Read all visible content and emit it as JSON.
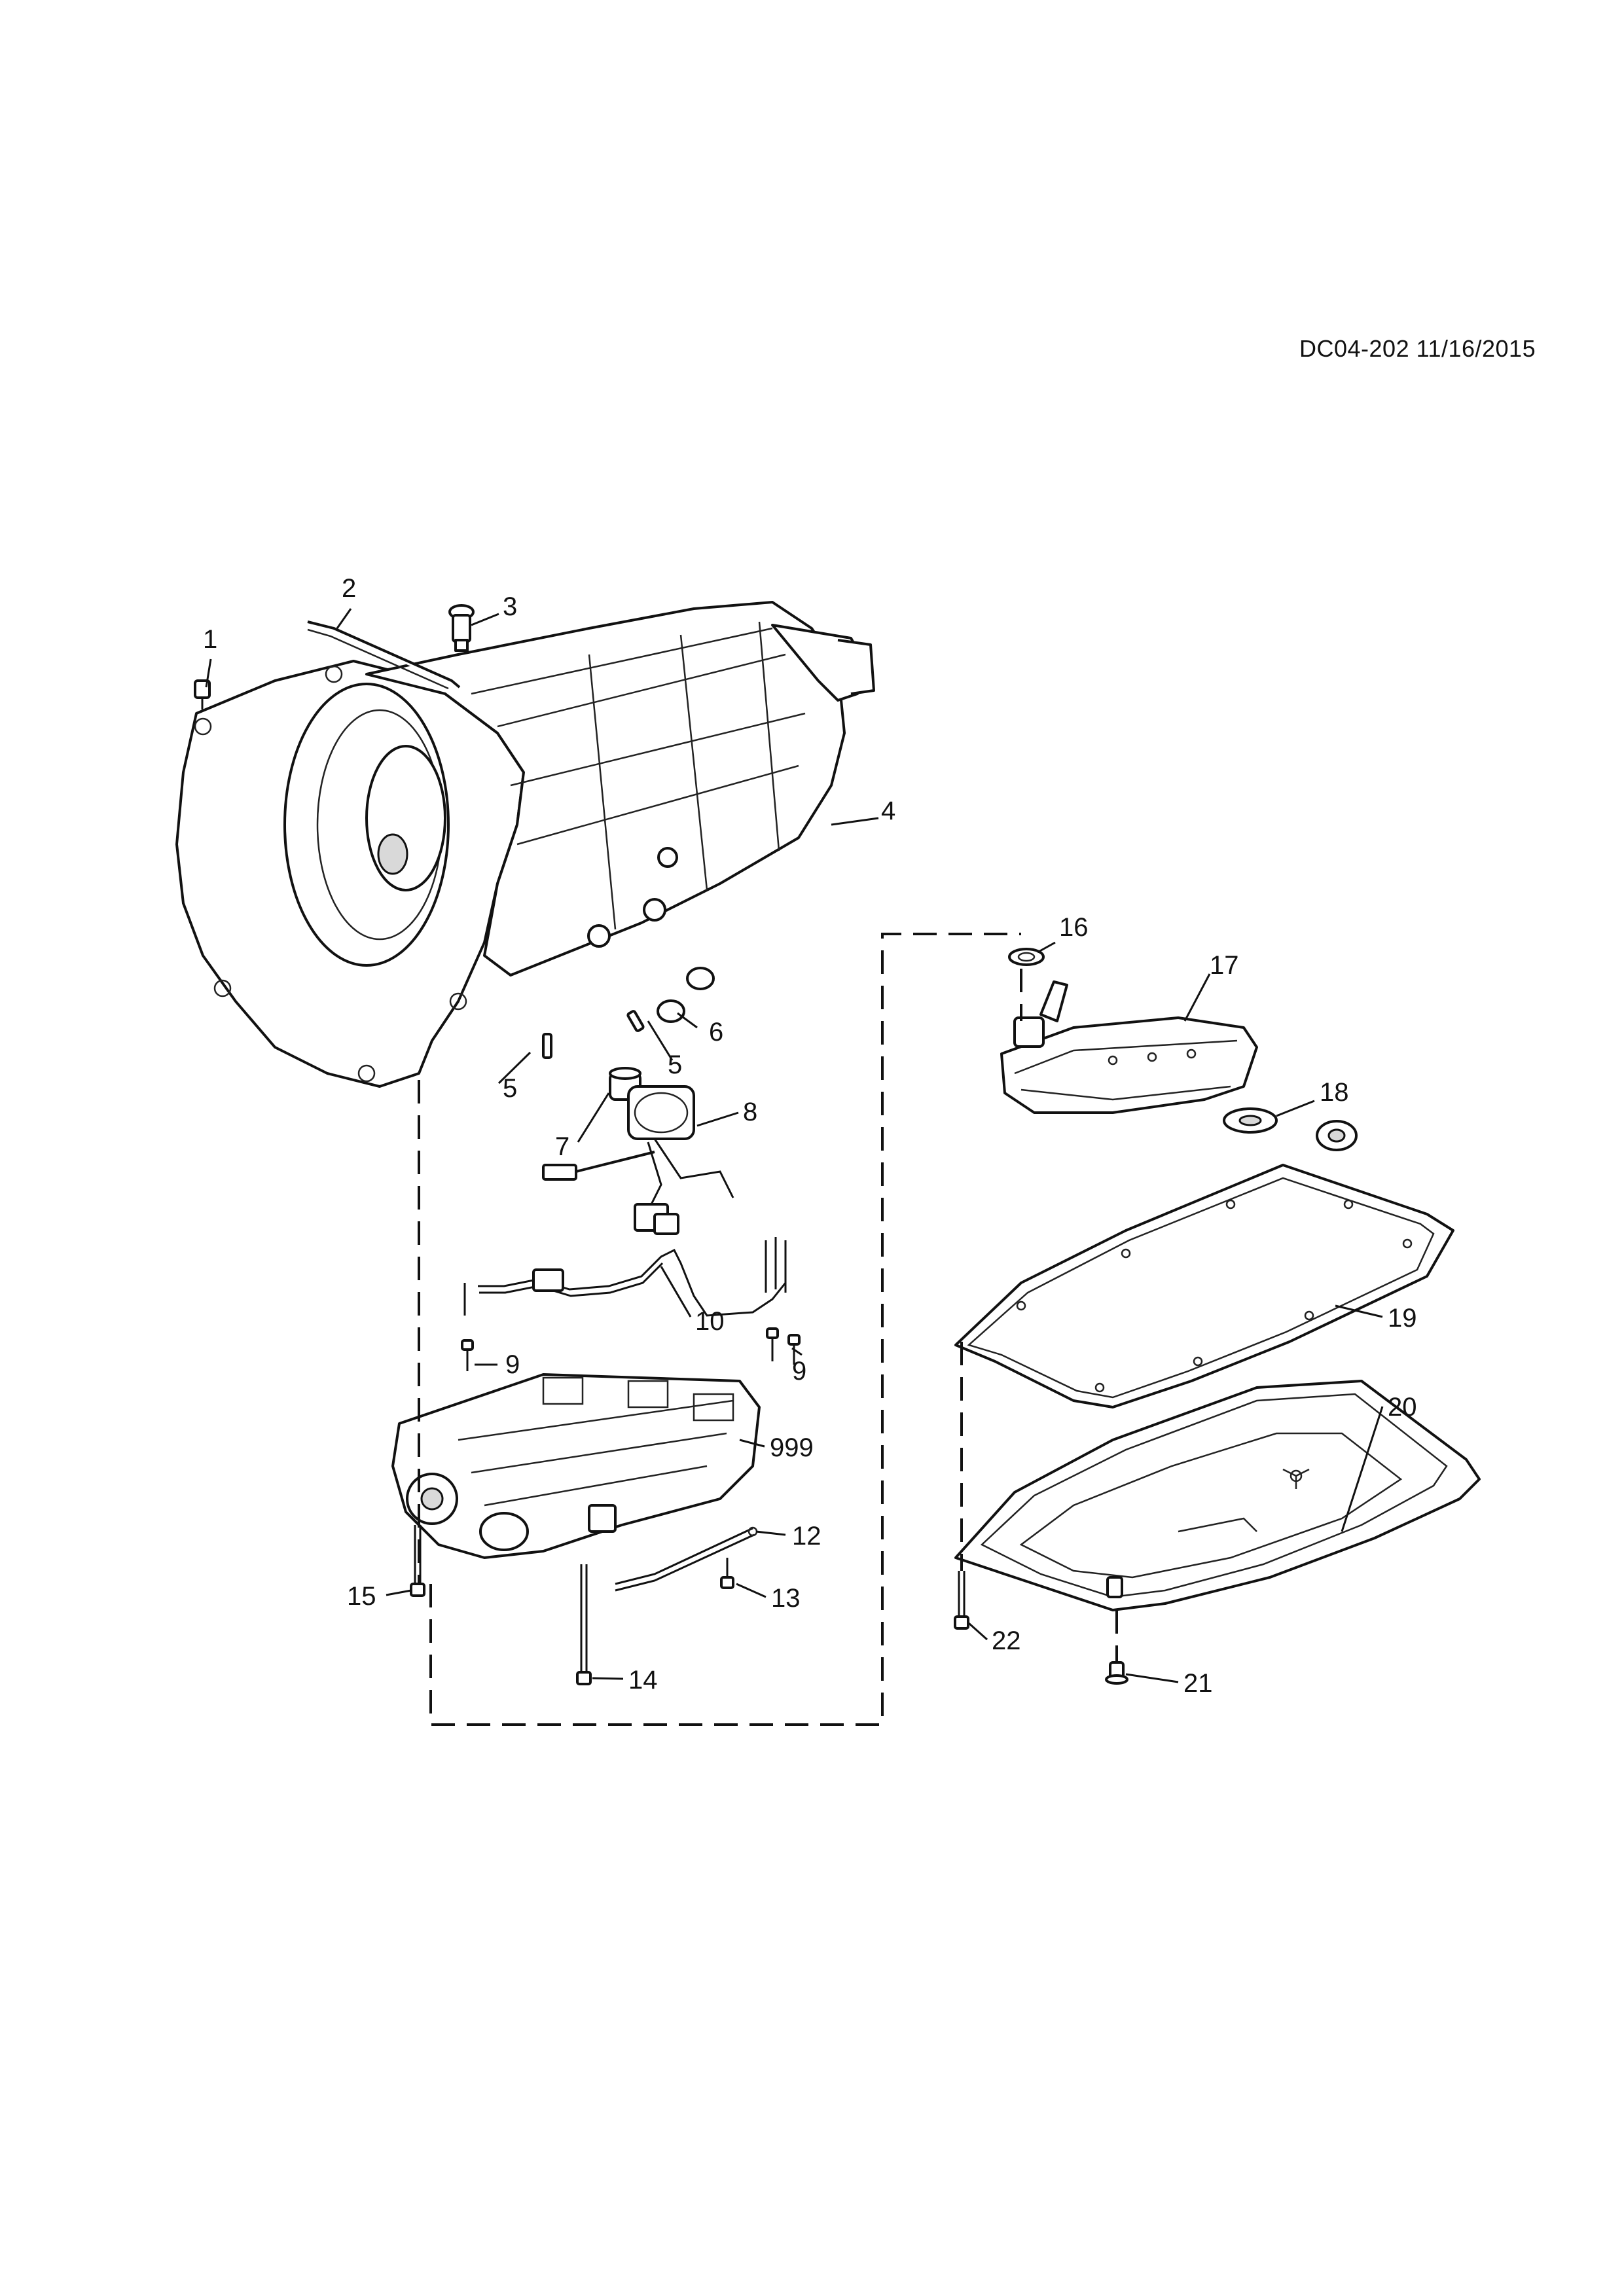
{
  "document": {
    "id_and_date": "DC04-202 11/16/2015"
  },
  "callouts": [
    {
      "key": "c1",
      "label": "1"
    },
    {
      "key": "c2",
      "label": "2"
    },
    {
      "key": "c3",
      "label": "3"
    },
    {
      "key": "c4",
      "label": "4"
    },
    {
      "key": "c5a",
      "label": "5"
    },
    {
      "key": "c5b",
      "label": "5"
    },
    {
      "key": "c6",
      "label": "6"
    },
    {
      "key": "c7",
      "label": "7"
    },
    {
      "key": "c8",
      "label": "8"
    },
    {
      "key": "c9a",
      "label": "9"
    },
    {
      "key": "c9b",
      "label": "9"
    },
    {
      "key": "c10",
      "label": "10"
    },
    {
      "key": "c999",
      "label": "999"
    },
    {
      "key": "c12",
      "label": "12"
    },
    {
      "key": "c13",
      "label": "13"
    },
    {
      "key": "c14",
      "label": "14"
    },
    {
      "key": "c15",
      "label": "15"
    },
    {
      "key": "c16",
      "label": "16"
    },
    {
      "key": "c17",
      "label": "17"
    },
    {
      "key": "c18",
      "label": "18"
    },
    {
      "key": "c19",
      "label": "19"
    },
    {
      "key": "c20",
      "label": "20"
    },
    {
      "key": "c21",
      "label": "21"
    },
    {
      "key": "c22",
      "label": "22"
    }
  ]
}
